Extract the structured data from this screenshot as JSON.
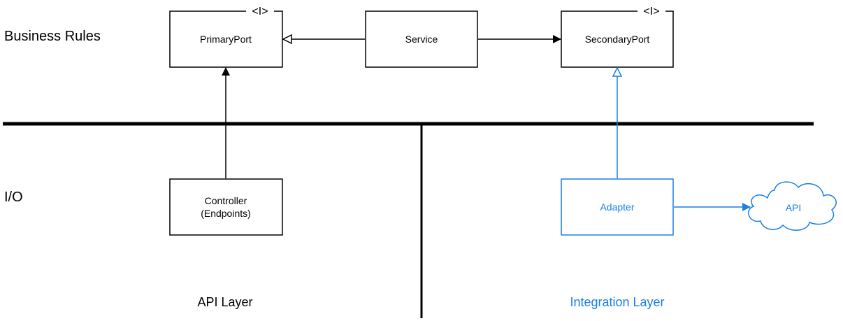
{
  "colors": {
    "black": "#000000",
    "blue": "#1a7fe6",
    "background": "#ffffff"
  },
  "labels": {
    "business_rules": "Business Rules",
    "io": "I/O",
    "api_layer": "API Layer",
    "integration_layer": "Integration Layer"
  },
  "nodes": {
    "primary_port": {
      "label": "PrimaryPort",
      "stereotype": "<I>"
    },
    "service": {
      "label": "Service"
    },
    "secondary_port": {
      "label": "SecondaryPort",
      "stereotype": "<I>"
    },
    "controller": {
      "line1": "Controller",
      "line2": "(Endpoints)"
    },
    "adapter": {
      "label": "Adapter"
    },
    "api_cloud": {
      "label": "API"
    }
  }
}
